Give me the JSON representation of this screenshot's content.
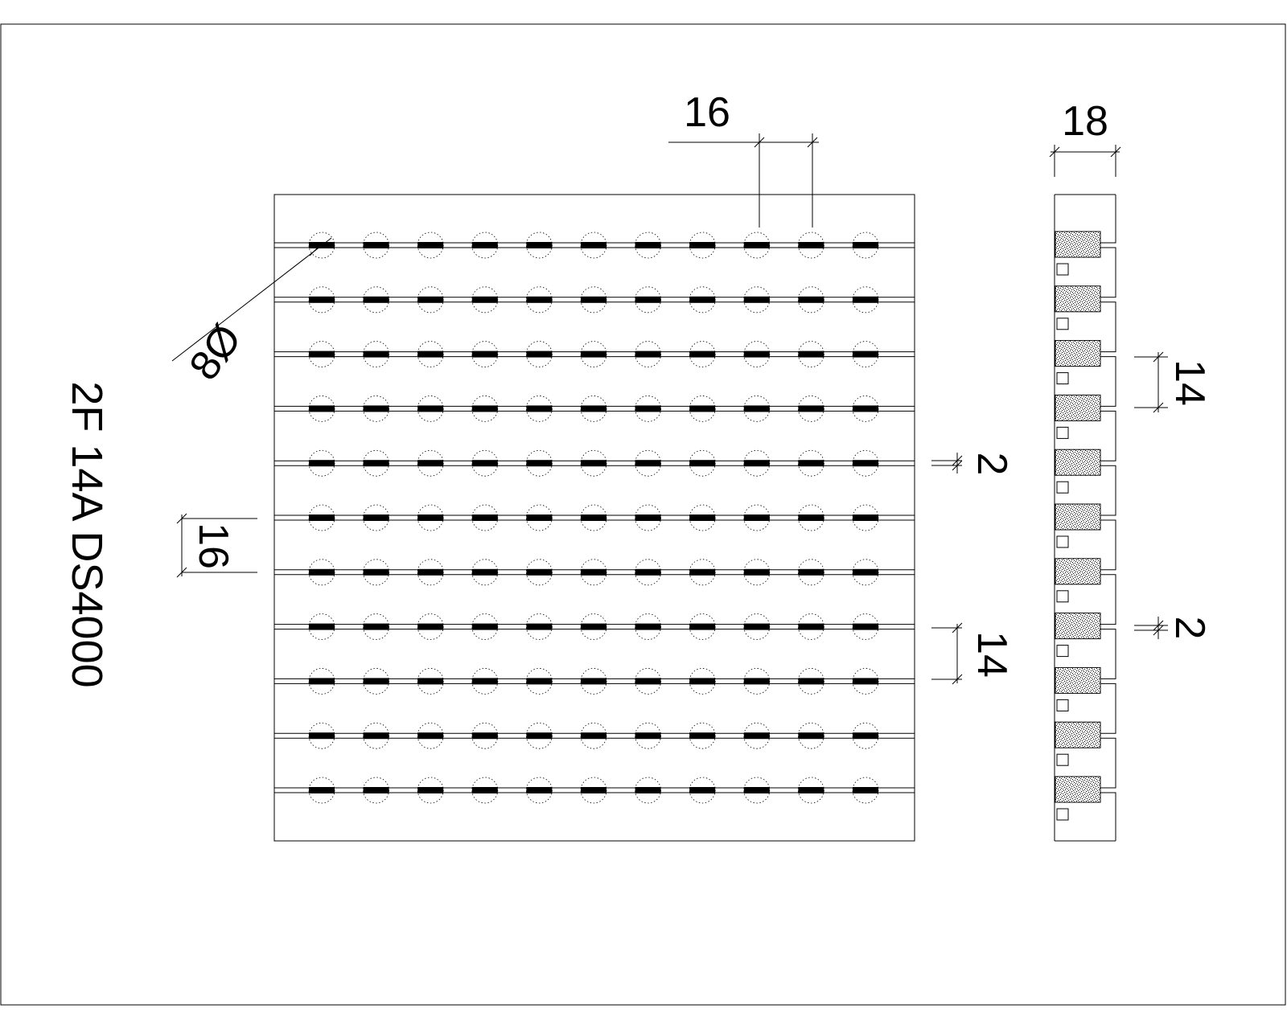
{
  "title": "2F 14A DS4000",
  "grid": {
    "rows": 11,
    "cols": 11
  },
  "dimensions": {
    "hole_pitch_top": "16",
    "hole_diameter": "8Ø",
    "row_pitch_left": "16",
    "slot_gap_main": "2",
    "slot_width_main": "14",
    "side_thickness": "18",
    "side_spacing": "14",
    "side_gap": "2"
  }
}
